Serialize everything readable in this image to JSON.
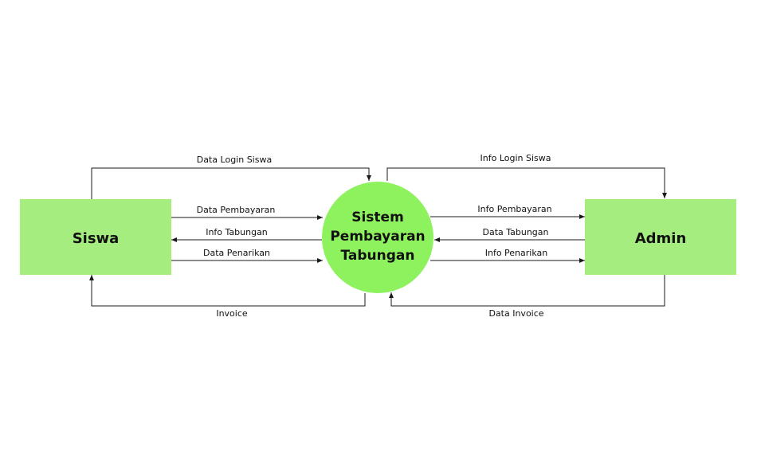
{
  "entities": {
    "siswa": "Siswa",
    "admin": "Admin"
  },
  "process": {
    "line1": "Sistem",
    "line2": "Pembayaran",
    "line3": "Tabungan"
  },
  "flows": {
    "data_login_siswa": "Data Login Siswa",
    "info_login_siswa": "Info Login Siswa",
    "data_pembayaran": "Data Pembayaran",
    "info_tabungan": "Info Tabungan",
    "data_penarikan": "Data Penarikan",
    "info_pembayaran": "Info Pembayaran",
    "data_tabungan": "Data Tabungan",
    "info_penarikan": "Info Penarikan",
    "invoice": "Invoice",
    "data_invoice": "Data Invoice"
  },
  "colors": {
    "entity_fill": "#a4ed7e",
    "process_fill": "#8ef25f",
    "line": "#1a1a1a"
  }
}
